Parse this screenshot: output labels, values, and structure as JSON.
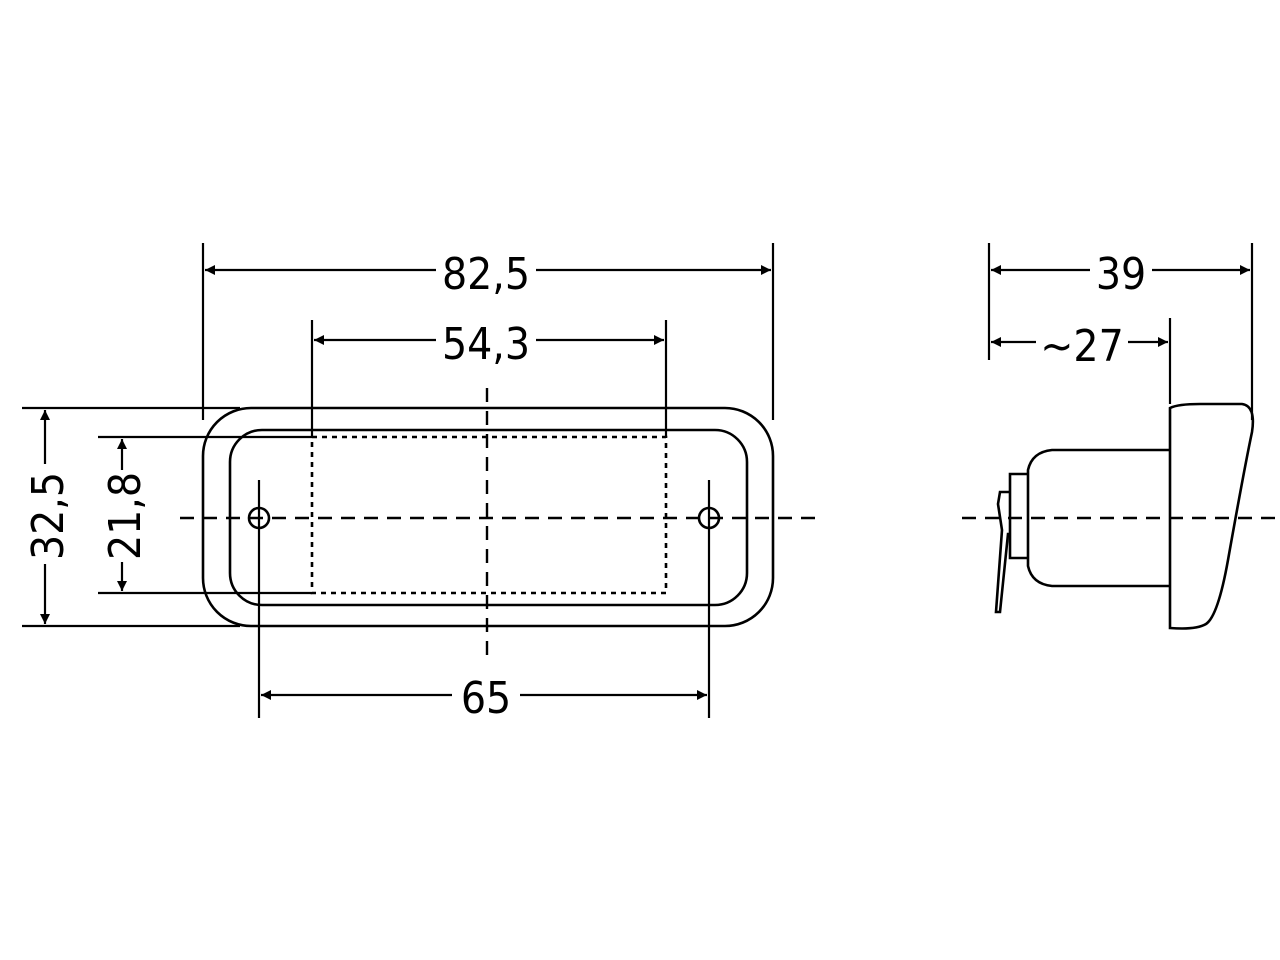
{
  "front_view": {
    "overall_width": "82,5",
    "lens_width": "54,3",
    "mounting_distance": "65",
    "overall_height": "32,5",
    "lens_height": "21,8"
  },
  "side_view": {
    "overall_depth": "39",
    "housing_depth": "~27"
  }
}
